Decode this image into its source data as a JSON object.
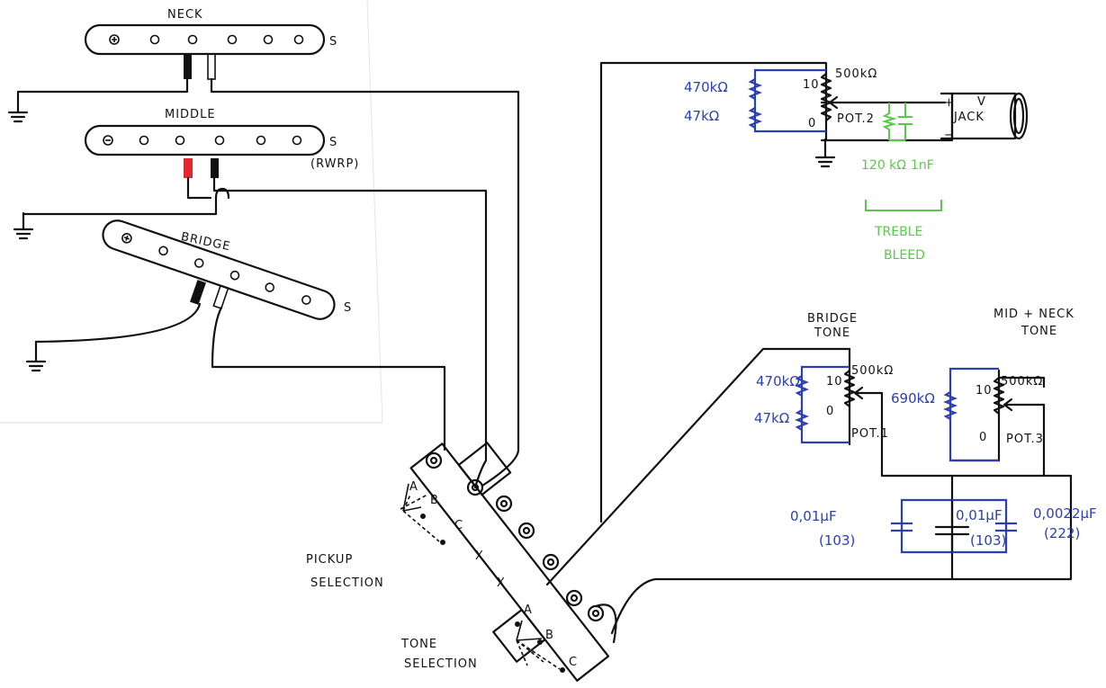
{
  "pickups": {
    "neck": {
      "label": "NECK",
      "s": "S"
    },
    "middle": {
      "label": "MIDDLE",
      "s": "S",
      "note": "(RWRP)"
    },
    "bridge": {
      "label": "BRIDGE",
      "s": "S"
    }
  },
  "volume": {
    "r1": "470kΩ",
    "r2": "47kΩ",
    "pot_value": "500kΩ",
    "pot_name": "POT.2",
    "tap10": "10",
    "tap0": "0"
  },
  "jack": {
    "label": "JACK",
    "plus": "+",
    "minus": "−",
    "v": "V"
  },
  "treble_bleed": {
    "r": "120 kΩ",
    "c": "1nF",
    "label_line1": "TREBLE",
    "label_line2": "BLEED"
  },
  "bridge_tone": {
    "title_line1": "BRIDGE",
    "title_line2": "TONE",
    "r1": "470kΩ",
    "r2": "47kΩ",
    "pot_value": "500kΩ",
    "pot_name": "POT.1",
    "tap10": "10",
    "tap0": "0"
  },
  "mid_neck_tone": {
    "title_line1": "MID + NECK",
    "title_line2": "TONE",
    "r": "690kΩ",
    "pot_value": "500kΩ",
    "pot_name": "POT.3",
    "tap10": "10",
    "tap0": "0"
  },
  "caps": {
    "c1": "0,01µF",
    "c1_code": "(103)",
    "c2": "0,01µF",
    "c2_code": "(103)",
    "c3": "0,0022µF",
    "c3_code": "(222)"
  },
  "switch": {
    "pickup_label_line1": "PICKUP",
    "pickup_label_line2": "SELECTION",
    "tone_label_line1": "TONE",
    "tone_label_line2": "SELECTION",
    "upper_a": "A",
    "upper_b": "B",
    "upper_c": "C",
    "x1": "X",
    "x2": "X",
    "lower_a": "A",
    "lower_b": "B",
    "lower_c": "C"
  }
}
